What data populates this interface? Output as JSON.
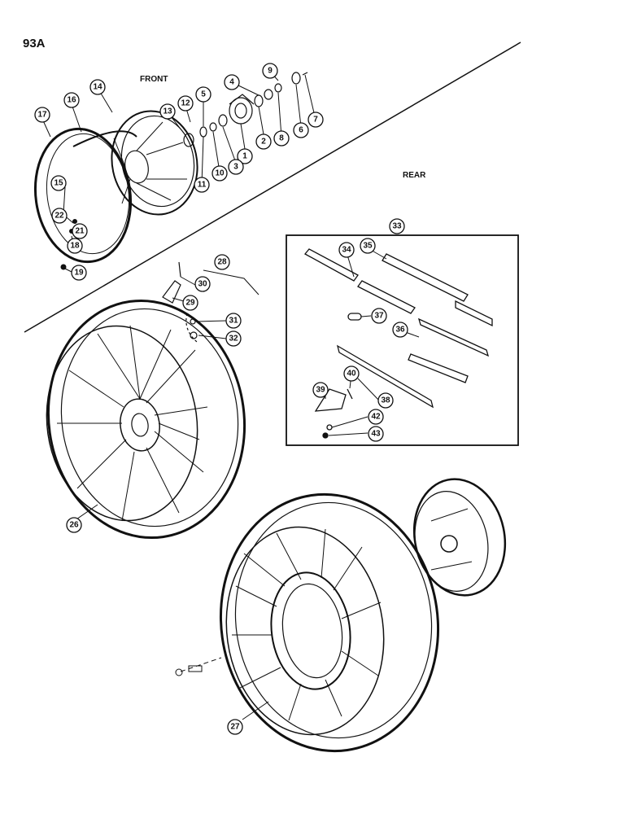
{
  "page": {
    "number": "93A"
  },
  "sections": {
    "front": "FRONT",
    "rear": "REAR"
  },
  "callouts": {
    "c1": "1",
    "c2": "2",
    "c3": "3",
    "c4": "4",
    "c5": "5",
    "c6": "6",
    "c7": "7",
    "c8": "8",
    "c9": "9",
    "c10": "10",
    "c11": "11",
    "c12": "12",
    "c13": "13",
    "c14": "14",
    "c15": "15",
    "c16": "16",
    "c17": "17",
    "c18": "18",
    "c19": "19",
    "c21": "21",
    "c22": "22",
    "c26": "26",
    "c27": "27",
    "c28": "28",
    "c29": "29",
    "c30": "30",
    "c31": "31",
    "c32": "32",
    "c33": "33",
    "c34": "34",
    "c35": "35",
    "c36": "36",
    "c37": "37",
    "c38": "38",
    "c39": "39",
    "c40": "40",
    "c42": "42",
    "c43": "43"
  },
  "colors": {
    "ink": "#111111",
    "paper": "#ffffff"
  }
}
